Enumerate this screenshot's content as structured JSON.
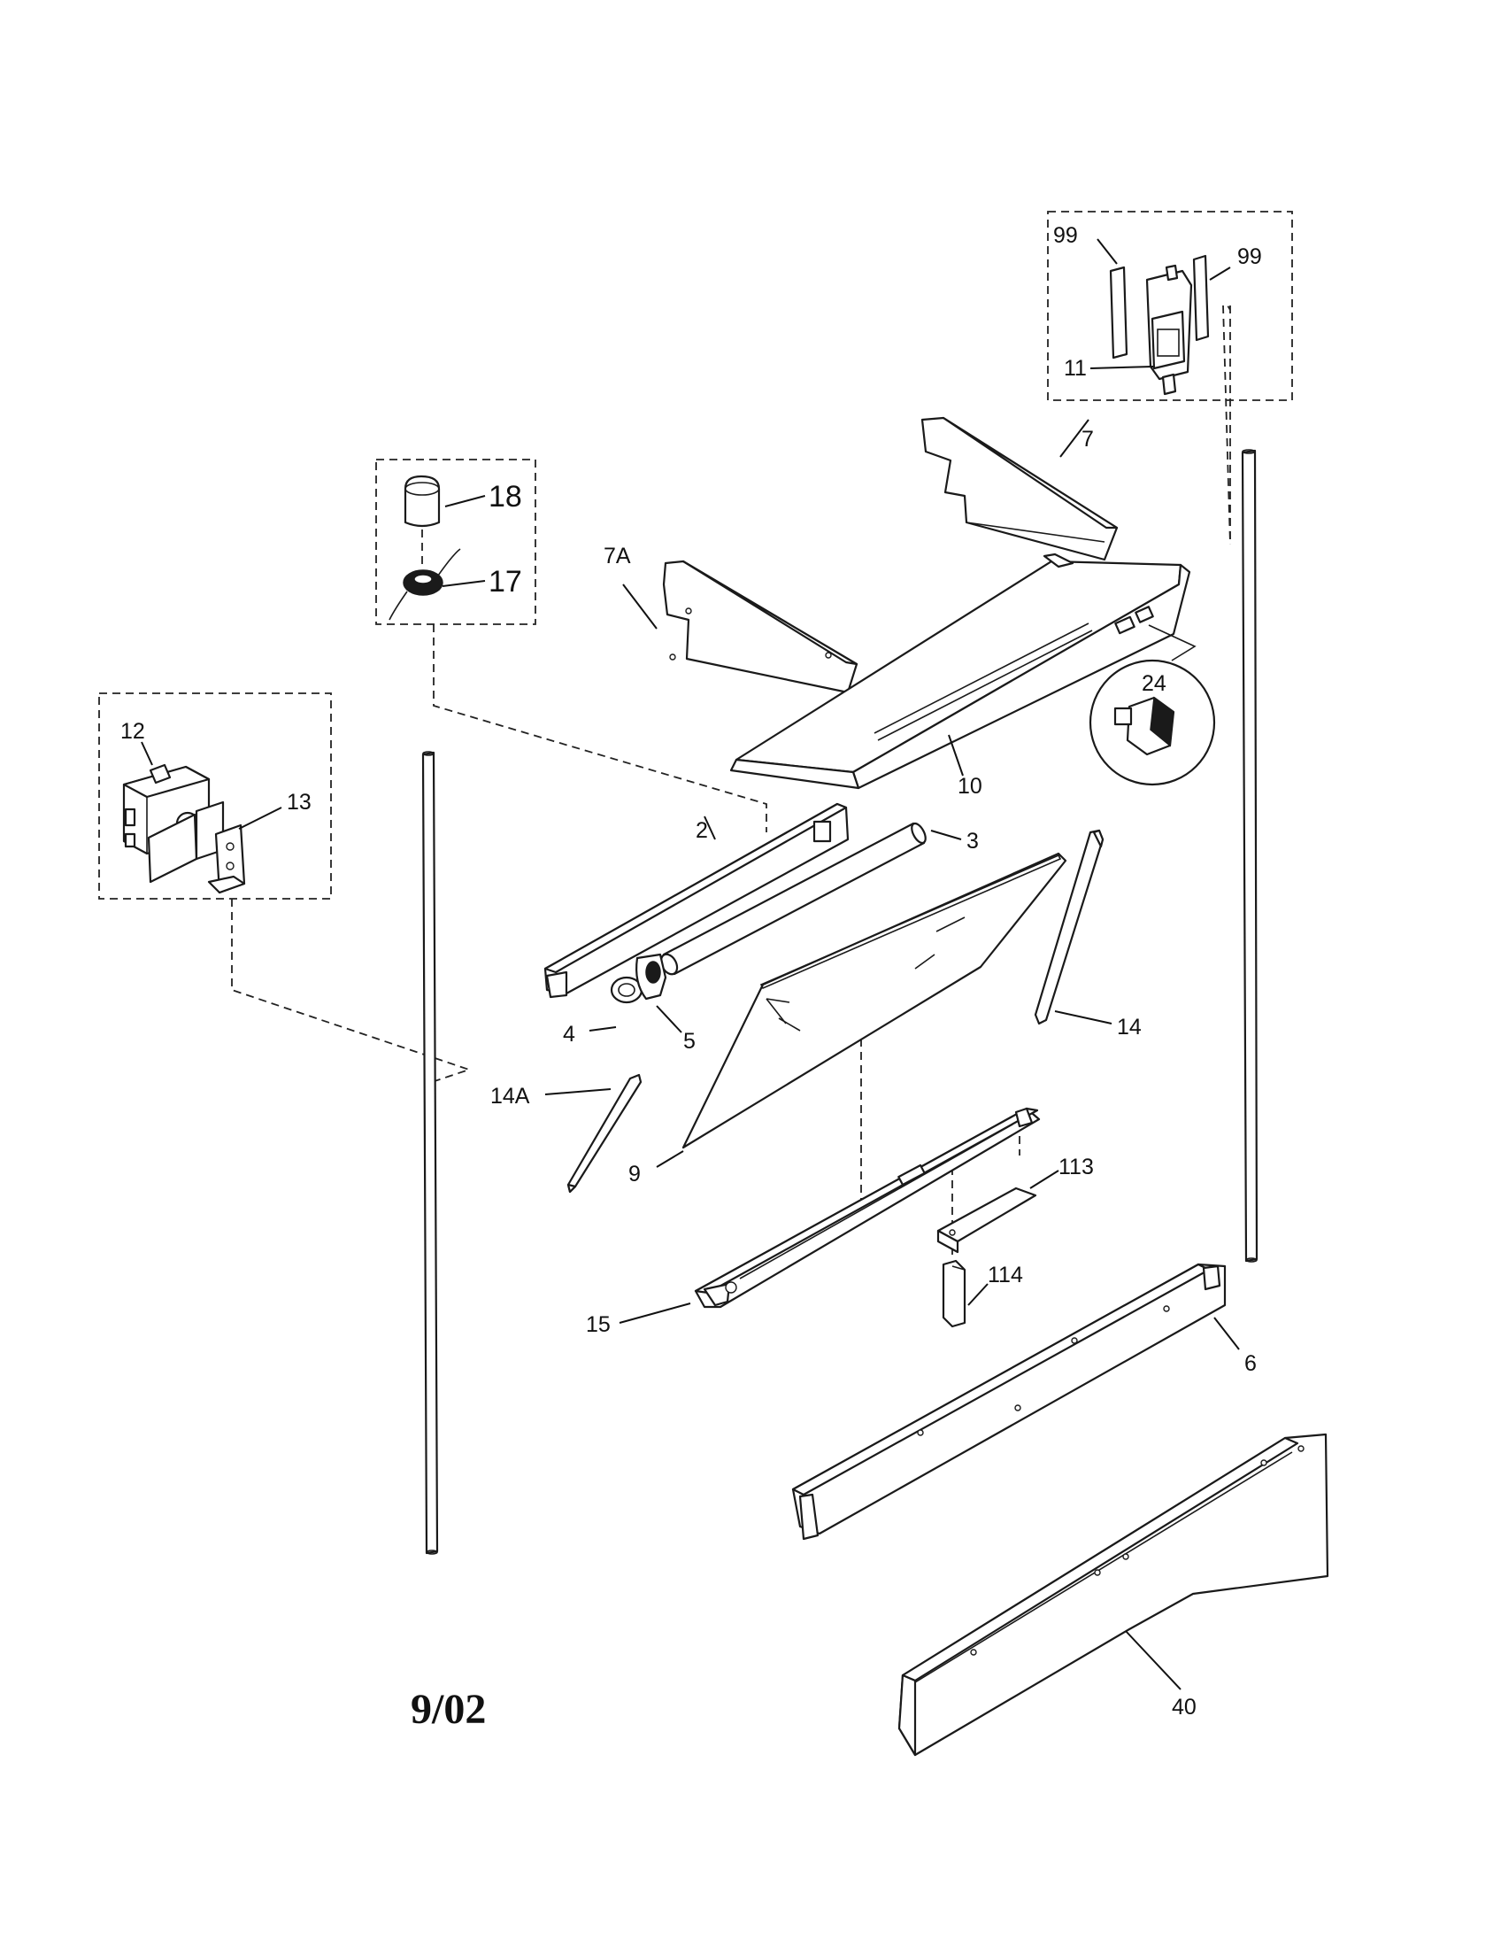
{
  "diagram": {
    "date_code": "9/02",
    "callouts": {
      "p99a": "99",
      "p99b": "99",
      "p11": "11",
      "p7": "7",
      "p7a": "7A",
      "p18": "18",
      "p17": "17",
      "p24": "24",
      "p10": "10",
      "p12": "12",
      "p13": "13",
      "p2": "2",
      "p3": "3",
      "p14": "14",
      "p4": "4",
      "p5": "5",
      "p14a": "14A",
      "p9": "9",
      "p113": "113",
      "p114": "114",
      "p15": "15",
      "p6": "6",
      "p40": "40"
    }
  }
}
